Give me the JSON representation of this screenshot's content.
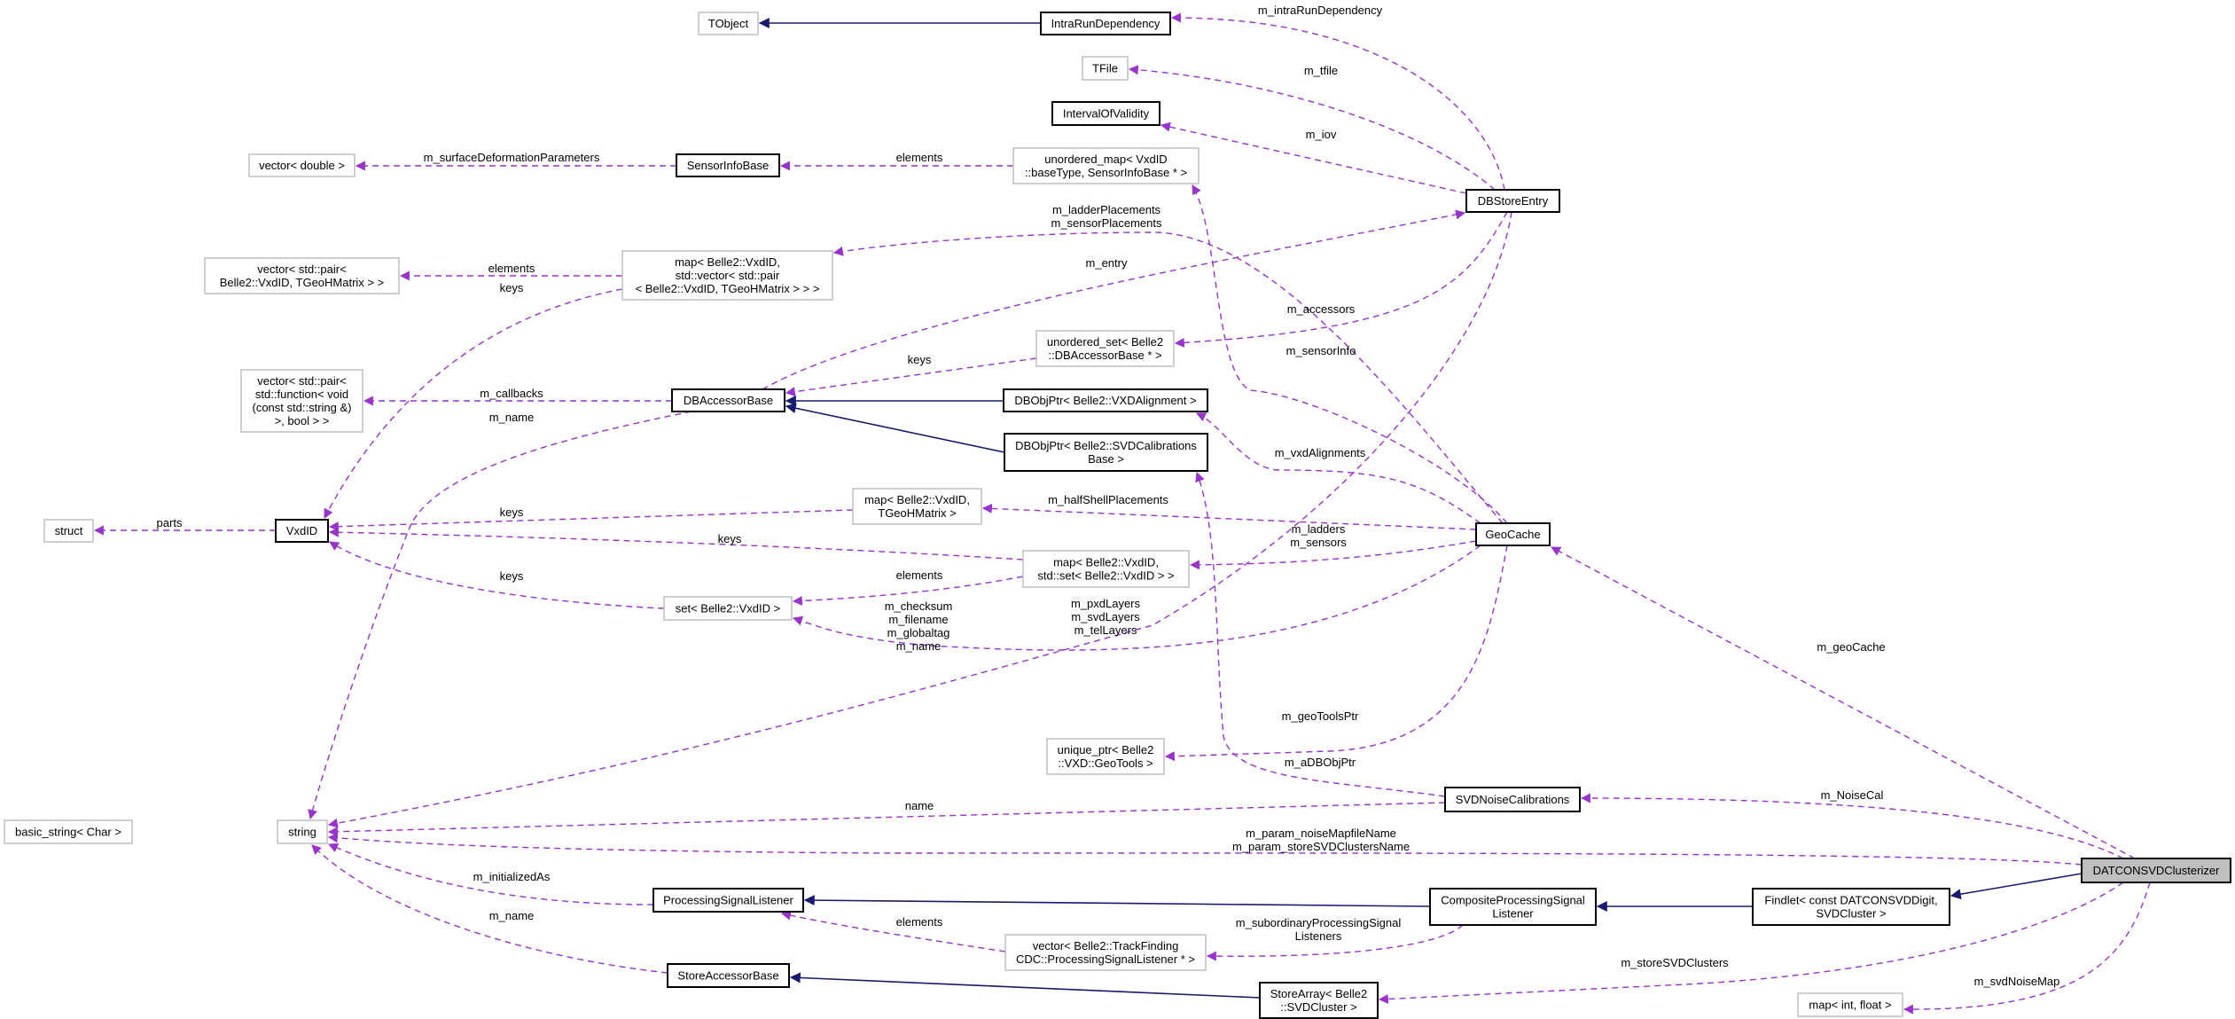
{
  "colors": {
    "usage_edge": "#9a32cd",
    "inheritance_edge": "#191970",
    "documented_border": "#000000",
    "undocumented_border": "#bfbfbf",
    "focus_fill": "#bfbfbf"
  },
  "nodes": {
    "TObject": {
      "lines": [
        "TObject"
      ],
      "style": "plain"
    },
    "IntraRunDependency": {
      "lines": [
        "IntraRunDependency"
      ],
      "style": "bold"
    },
    "TFile": {
      "lines": [
        "TFile"
      ],
      "style": "plain"
    },
    "IntervalOfValidity": {
      "lines": [
        "IntervalOfValidity"
      ],
      "style": "bold"
    },
    "vectorDouble": {
      "lines": [
        "vector< double >"
      ],
      "style": "plain"
    },
    "SensorInfoBase": {
      "lines": [
        "SensorInfoBase"
      ],
      "style": "bold"
    },
    "unorderedMap": {
      "lines": [
        "unordered_map< VxdID",
        "::baseType, SensorInfoBase * >"
      ],
      "style": "plain"
    },
    "DBStoreEntry": {
      "lines": [
        "DBStoreEntry"
      ],
      "style": "bold"
    },
    "vectorPairGeo": {
      "lines": [
        "vector< std::pair<",
        "Belle2::VxdID, TGeoHMatrix > >"
      ],
      "style": "plain"
    },
    "mapVecPair": {
      "lines": [
        "map< Belle2::VxdID,",
        "std::vector< std::pair",
        "< Belle2::VxdID, TGeoHMatrix > > >"
      ],
      "style": "plain"
    },
    "unorderedSet": {
      "lines": [
        "unordered_set< Belle2",
        "::DBAccessorBase * >"
      ],
      "style": "plain"
    },
    "vectorPairFunc": {
      "lines": [
        "vector< std::pair<",
        "std::function< void",
        "(const std::string &)",
        ">, bool > >"
      ],
      "style": "plain"
    },
    "DBAccessorBase": {
      "lines": [
        "DBAccessorBase"
      ],
      "style": "bold"
    },
    "DBObjPtrVXD": {
      "lines": [
        "DBObjPtr< Belle2::VXDAlignment >"
      ],
      "style": "bold"
    },
    "DBObjPtrSVD": {
      "lines": [
        "DBObjPtr< Belle2::SVDCalibrations",
        "Base >"
      ],
      "style": "bold"
    },
    "struct": {
      "lines": [
        "struct"
      ],
      "style": "plain"
    },
    "VxdID": {
      "lines": [
        "VxdID"
      ],
      "style": "bold"
    },
    "mapTGeo": {
      "lines": [
        "map< Belle2::VxdID,",
        "TGeoHMatrix >"
      ],
      "style": "plain"
    },
    "GeoCache": {
      "lines": [
        "GeoCache"
      ],
      "style": "bold"
    },
    "mapSet": {
      "lines": [
        "map< Belle2::VxdID,",
        "std::set< Belle2::VxdID > >"
      ],
      "style": "plain"
    },
    "setVxdID": {
      "lines": [
        "set< Belle2::VxdID >"
      ],
      "style": "plain"
    },
    "uniquePtr": {
      "lines": [
        "unique_ptr< Belle2",
        "::VXD::GeoTools >"
      ],
      "style": "plain"
    },
    "SVDNoiseCalibrations": {
      "lines": [
        "SVDNoiseCalibrations"
      ],
      "style": "bold"
    },
    "basicString": {
      "lines": [
        "basic_string< Char >"
      ],
      "style": "plain"
    },
    "string": {
      "lines": [
        "string"
      ],
      "style": "plain"
    },
    "DATCONSVDClusterizer": {
      "lines": [
        "DATCONSVDClusterizer"
      ],
      "style": "focus"
    },
    "ProcessingSignalListener": {
      "lines": [
        "ProcessingSignalListener"
      ],
      "style": "bold"
    },
    "CompositePSL": {
      "lines": [
        "CompositeProcessingSignal",
        "Listener"
      ],
      "style": "bold"
    },
    "Findlet": {
      "lines": [
        "Findlet< const DATCONSVDDigit,",
        "SVDCluster >"
      ],
      "style": "bold"
    },
    "vectorTF": {
      "lines": [
        "vector< Belle2::TrackFinding",
        "CDC::ProcessingSignalListener * >"
      ],
      "style": "plain"
    },
    "StoreAccessorBase": {
      "lines": [
        "StoreAccessorBase"
      ],
      "style": "bold"
    },
    "StoreArray": {
      "lines": [
        "StoreArray< Belle2",
        "::SVDCluster >"
      ],
      "style": "bold"
    },
    "mapIntFloat": {
      "lines": [
        "map< int, float >"
      ],
      "style": "plain"
    }
  },
  "edges": [
    {
      "from": "IntraRunDependency",
      "to": "TObject",
      "kind": "inheritance",
      "label": []
    },
    {
      "from": "DBStoreEntry",
      "to": "IntraRunDependency",
      "kind": "usage",
      "label": [
        "m_intraRunDependency"
      ]
    },
    {
      "from": "DBStoreEntry",
      "to": "TFile",
      "kind": "usage",
      "label": [
        "m_tfile"
      ]
    },
    {
      "from": "DBStoreEntry",
      "to": "IntervalOfValidity",
      "kind": "usage",
      "label": [
        "m_iov"
      ]
    },
    {
      "from": "SensorInfoBase",
      "to": "vectorDouble",
      "kind": "usage",
      "label": [
        "m_surfaceDeformationParameters"
      ]
    },
    {
      "from": "unorderedMap",
      "to": "SensorInfoBase",
      "kind": "usage",
      "label": [
        "elements"
      ]
    },
    {
      "from": "mapVecPair",
      "to": "vectorPairGeo",
      "kind": "usage",
      "label": [
        "elements"
      ]
    },
    {
      "from": "mapVecPair",
      "to": "VxdID",
      "kind": "usage",
      "label": [
        "keys"
      ]
    },
    {
      "from": "GeoCache",
      "to": "mapVecPair",
      "kind": "usage",
      "label": [
        "m_ladderPlacements",
        "m_sensorPlacements"
      ]
    },
    {
      "from": "DBAccessorBase",
      "to": "DBStoreEntry",
      "kind": "usage",
      "label": [
        "m_entry"
      ]
    },
    {
      "from": "DBStoreEntry",
      "to": "unorderedSet",
      "kind": "usage",
      "label": [
        "m_accessors"
      ]
    },
    {
      "from": "unorderedSet",
      "to": "DBAccessorBase",
      "kind": "usage",
      "label": [
        "keys"
      ]
    },
    {
      "from": "DBAccessorBase",
      "to": "vectorPairFunc",
      "kind": "usage",
      "label": [
        "m_callbacks"
      ]
    },
    {
      "from": "DBAccessorBase",
      "to": "string",
      "kind": "usage",
      "label": [
        "m_name"
      ]
    },
    {
      "from": "DBObjPtrVXD",
      "to": "DBAccessorBase",
      "kind": "inheritance",
      "label": []
    },
    {
      "from": "DBObjPtrSVD",
      "to": "DBAccessorBase",
      "kind": "inheritance",
      "label": []
    },
    {
      "from": "GeoCache",
      "to": "unorderedMap",
      "kind": "usage",
      "label": [
        "m_sensorInfo"
      ]
    },
    {
      "from": "GeoCache",
      "to": "DBObjPtrVXD",
      "kind": "usage",
      "label": [
        "m_vxdAlignments"
      ]
    },
    {
      "from": "VxdID",
      "to": "struct",
      "kind": "usage",
      "label": [
        "parts"
      ]
    },
    {
      "from": "GeoCache",
      "to": "mapTGeo",
      "kind": "usage",
      "label": [
        "m_halfShellPlacements"
      ]
    },
    {
      "from": "mapTGeo",
      "to": "VxdID",
      "kind": "usage",
      "label": [
        "keys"
      ]
    },
    {
      "from": "GeoCache",
      "to": "mapSet",
      "kind": "usage",
      "label": [
        "m_ladders",
        "m_sensors"
      ]
    },
    {
      "from": "mapSet",
      "to": "VxdID",
      "kind": "usage",
      "label": [
        "keys"
      ]
    },
    {
      "from": "mapSet",
      "to": "setVxdID",
      "kind": "usage",
      "label": [
        "elements"
      ]
    },
    {
      "from": "setVxdID",
      "to": "VxdID",
      "kind": "usage",
      "label": [
        "keys"
      ]
    },
    {
      "from": "GeoCache",
      "to": "setVxdID",
      "kind": "usage",
      "label": [
        "m_pxdLayers",
        "m_svdLayers",
        "m_telLayers"
      ]
    },
    {
      "from": "DBStoreEntry",
      "to": "string",
      "kind": "usage",
      "label": [
        "m_checksum",
        "m_filename",
        "m_globaltag",
        "m_name"
      ]
    },
    {
      "from": "GeoCache",
      "to": "uniquePtr",
      "kind": "usage",
      "label": [
        "m_geoToolsPtr"
      ]
    },
    {
      "from": "SVDNoiseCalibrations",
      "to": "DBObjPtrSVD",
      "kind": "usage",
      "label": [
        "m_aDBObjPtr"
      ]
    },
    {
      "from": "SVDNoiseCalibrations",
      "to": "string",
      "kind": "usage",
      "label": [
        "name"
      ]
    },
    {
      "from": "DATCONSVDClusterizer",
      "to": "GeoCache",
      "kind": "usage",
      "label": [
        "m_geoCache"
      ]
    },
    {
      "from": "DATCONSVDClusterizer",
      "to": "SVDNoiseCalibrations",
      "kind": "usage",
      "label": [
        "m_NoiseCal"
      ]
    },
    {
      "from": "DATCONSVDClusterizer",
      "to": "string",
      "kind": "usage",
      "label": [
        "m_param_noiseMapfileName",
        "m_param_storeSVDClustersName"
      ]
    },
    {
      "from": "DATCONSVDClusterizer",
      "to": "Findlet",
      "kind": "inheritance",
      "label": []
    },
    {
      "from": "Findlet",
      "to": "CompositePSL",
      "kind": "inheritance",
      "label": []
    },
    {
      "from": "CompositePSL",
      "to": "ProcessingSignalListener",
      "kind": "inheritance",
      "label": []
    },
    {
      "from": "ProcessingSignalListener",
      "to": "string",
      "kind": "usage",
      "label": [
        "m_initializedAs"
      ]
    },
    {
      "from": "StoreAccessorBase",
      "to": "string",
      "kind": "usage",
      "label": [
        "m_name"
      ]
    },
    {
      "from": "vectorTF",
      "to": "ProcessingSignalListener",
      "kind": "usage",
      "label": [
        "elements"
      ]
    },
    {
      "from": "CompositePSL",
      "to": "vectorTF",
      "kind": "usage",
      "label": [
        "m_subordinaryProcessingSignal",
        "Listeners"
      ]
    },
    {
      "from": "StoreArray",
      "to": "StoreAccessorBase",
      "kind": "inheritance",
      "label": []
    },
    {
      "from": "DATCONSVDClusterizer",
      "to": "StoreArray",
      "kind": "usage",
      "label": [
        "m_storeSVDClusters"
      ]
    },
    {
      "from": "DATCONSVDClusterizer",
      "to": "mapIntFloat",
      "kind": "usage",
      "label": [
        "m_svdNoiseMap"
      ]
    }
  ]
}
